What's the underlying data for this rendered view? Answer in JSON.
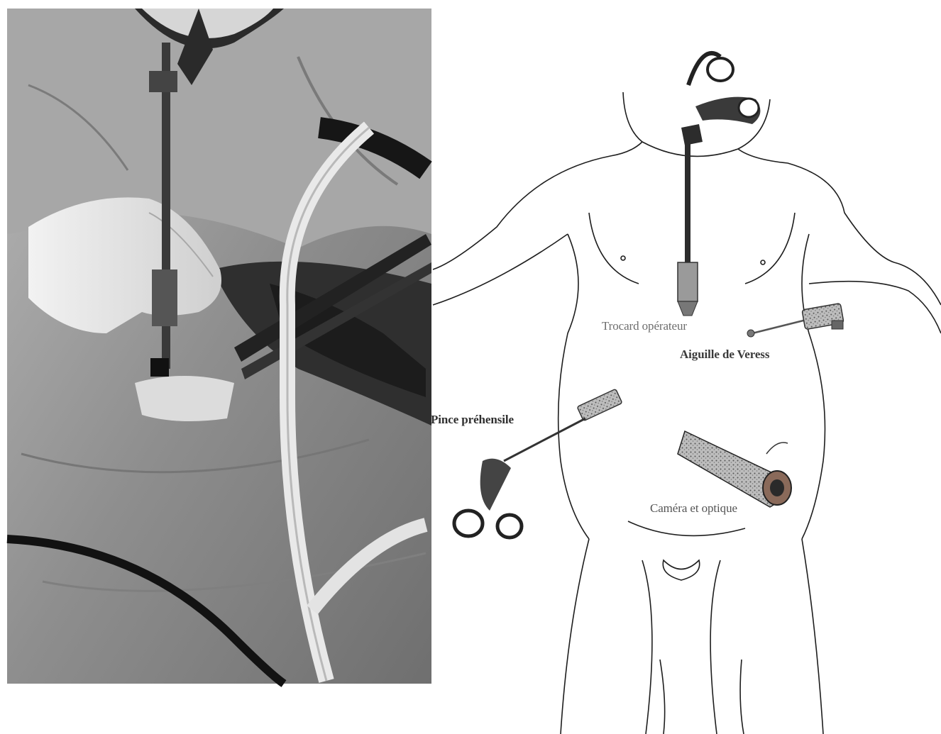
{
  "figure": {
    "labels": {
      "trocar": "Trocard opérateur",
      "veress": "Aiguille de Veress",
      "pince": "Pince préhensile",
      "camera": "Caméra et optique"
    }
  },
  "colors": {
    "background": "#ffffff",
    "photo_base": "#8a8a8a",
    "line": "#1e1e1e",
    "label": "#2a2a2a"
  }
}
